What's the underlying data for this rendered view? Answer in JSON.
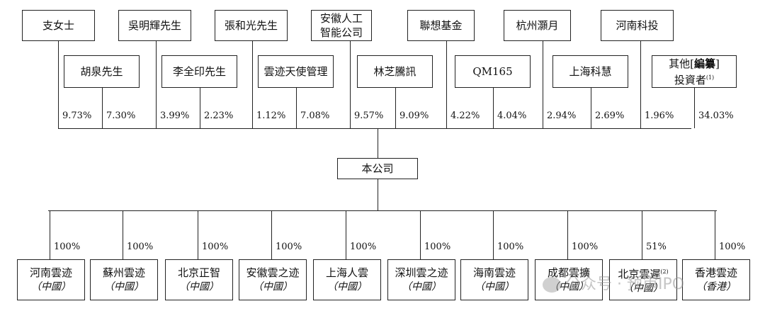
{
  "shareholders": [
    {
      "label": "支女士",
      "pct": "9.73%"
    },
    {
      "label": "胡泉先生",
      "pct": "7.30%"
    },
    {
      "label": "吳明輝先生",
      "pct": "3.99%"
    },
    {
      "label": "李全印先生",
      "pct": "2.23%"
    },
    {
      "label": "張和光先生",
      "pct": "1.12%"
    },
    {
      "label": "雲迹天使管理",
      "pct": "7.08%"
    },
    {
      "label": "安徽人工\n智能公司",
      "pct": "9.57%"
    },
    {
      "label": "林芝騰訊",
      "pct": "9.09%"
    },
    {
      "label": "聯想基金",
      "pct": "4.22%"
    },
    {
      "label": "QM165",
      "pct": "4.04%"
    },
    {
      "label": "杭州灝月",
      "pct": "2.94%"
    },
    {
      "label": "上海科慧",
      "pct": "2.69%"
    },
    {
      "label": "河南科投",
      "pct": "1.96%"
    },
    {
      "label_pre": "其他[",
      "label_hl": "編纂",
      "label_post": "]",
      "label_line2": "投資者",
      "note": "(1)",
      "pct": "34.03%"
    }
  ],
  "company": {
    "label": "本公司"
  },
  "subsidiaries": [
    {
      "name": "河南雲迹",
      "place": "（中國）",
      "pct": "100%"
    },
    {
      "name": "蘇州雲迹",
      "place": "（中國）",
      "pct": "100%"
    },
    {
      "name": "北京正智",
      "place": "（中國）",
      "pct": "100%"
    },
    {
      "name": "安徽雲之迹",
      "place": "（中國）",
      "pct": "100%"
    },
    {
      "name": "上海人雲",
      "place": "（中國）",
      "pct": "100%"
    },
    {
      "name": "深圳雲之迹",
      "place": "（中國）",
      "pct": "100%"
    },
    {
      "name": "海南雲迹",
      "place": "（中國）",
      "pct": "100%"
    },
    {
      "name": "成都雲擴",
      "place": "（中國）",
      "pct": "100%"
    },
    {
      "name": "北京雲遲",
      "note": "(2)",
      "place": "（中國）",
      "pct": "51%"
    },
    {
      "name": "香港雲迹",
      "place": "（香港）",
      "pct": "100%"
    }
  ],
  "watermark": {
    "text": "公众号 · 预审IPO"
  },
  "icons": {
    "watermark": "wechat-logo-icon"
  }
}
